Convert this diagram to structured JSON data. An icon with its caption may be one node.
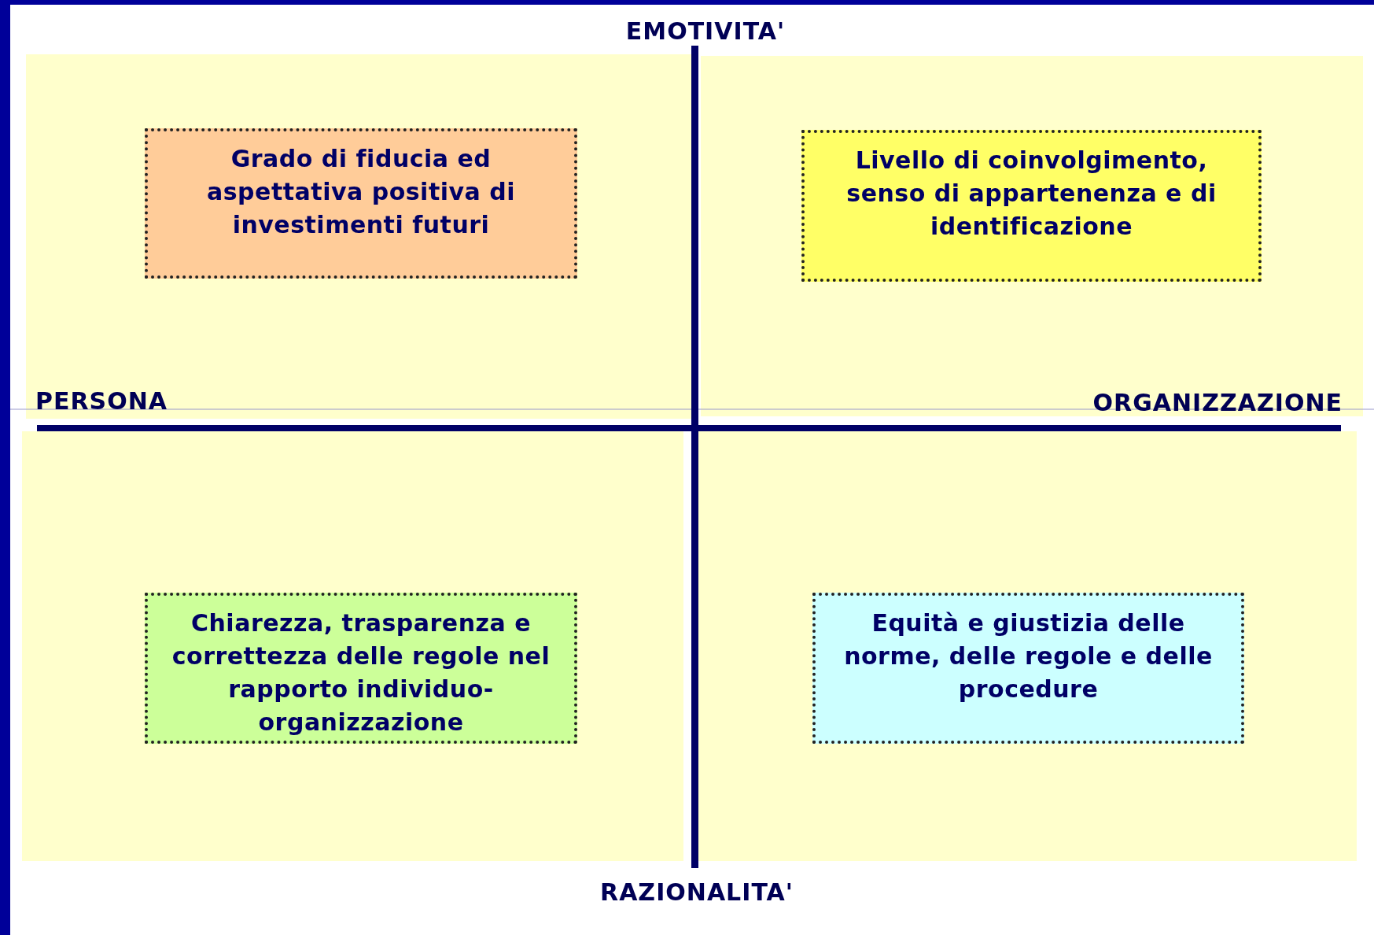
{
  "diagram": {
    "nodes": [
      {
        "text": [
          "Grado di fiducia ed aspettativa positiva di investimenti futuri"
        ]
      },
      {
        "text": [
          "Livello di coinvolgimento, senso di appartenenza e di identificazione"
        ]
      },
      {
        "text": [
          "Chiarezza, trasparenza e correttezza delle regole nel rapporto individuo-organizzazione"
        ]
      },
      {
        "text": [
          "Equità e giustizia delle norme, delle regole e delle procedure"
        ]
      }
    ],
    "labels": [
      "EMOTIVITA'",
      "PERSONA",
      "ORGANIZZAZIONE",
      "RAZIONALITA'"
    ]
  }
}
